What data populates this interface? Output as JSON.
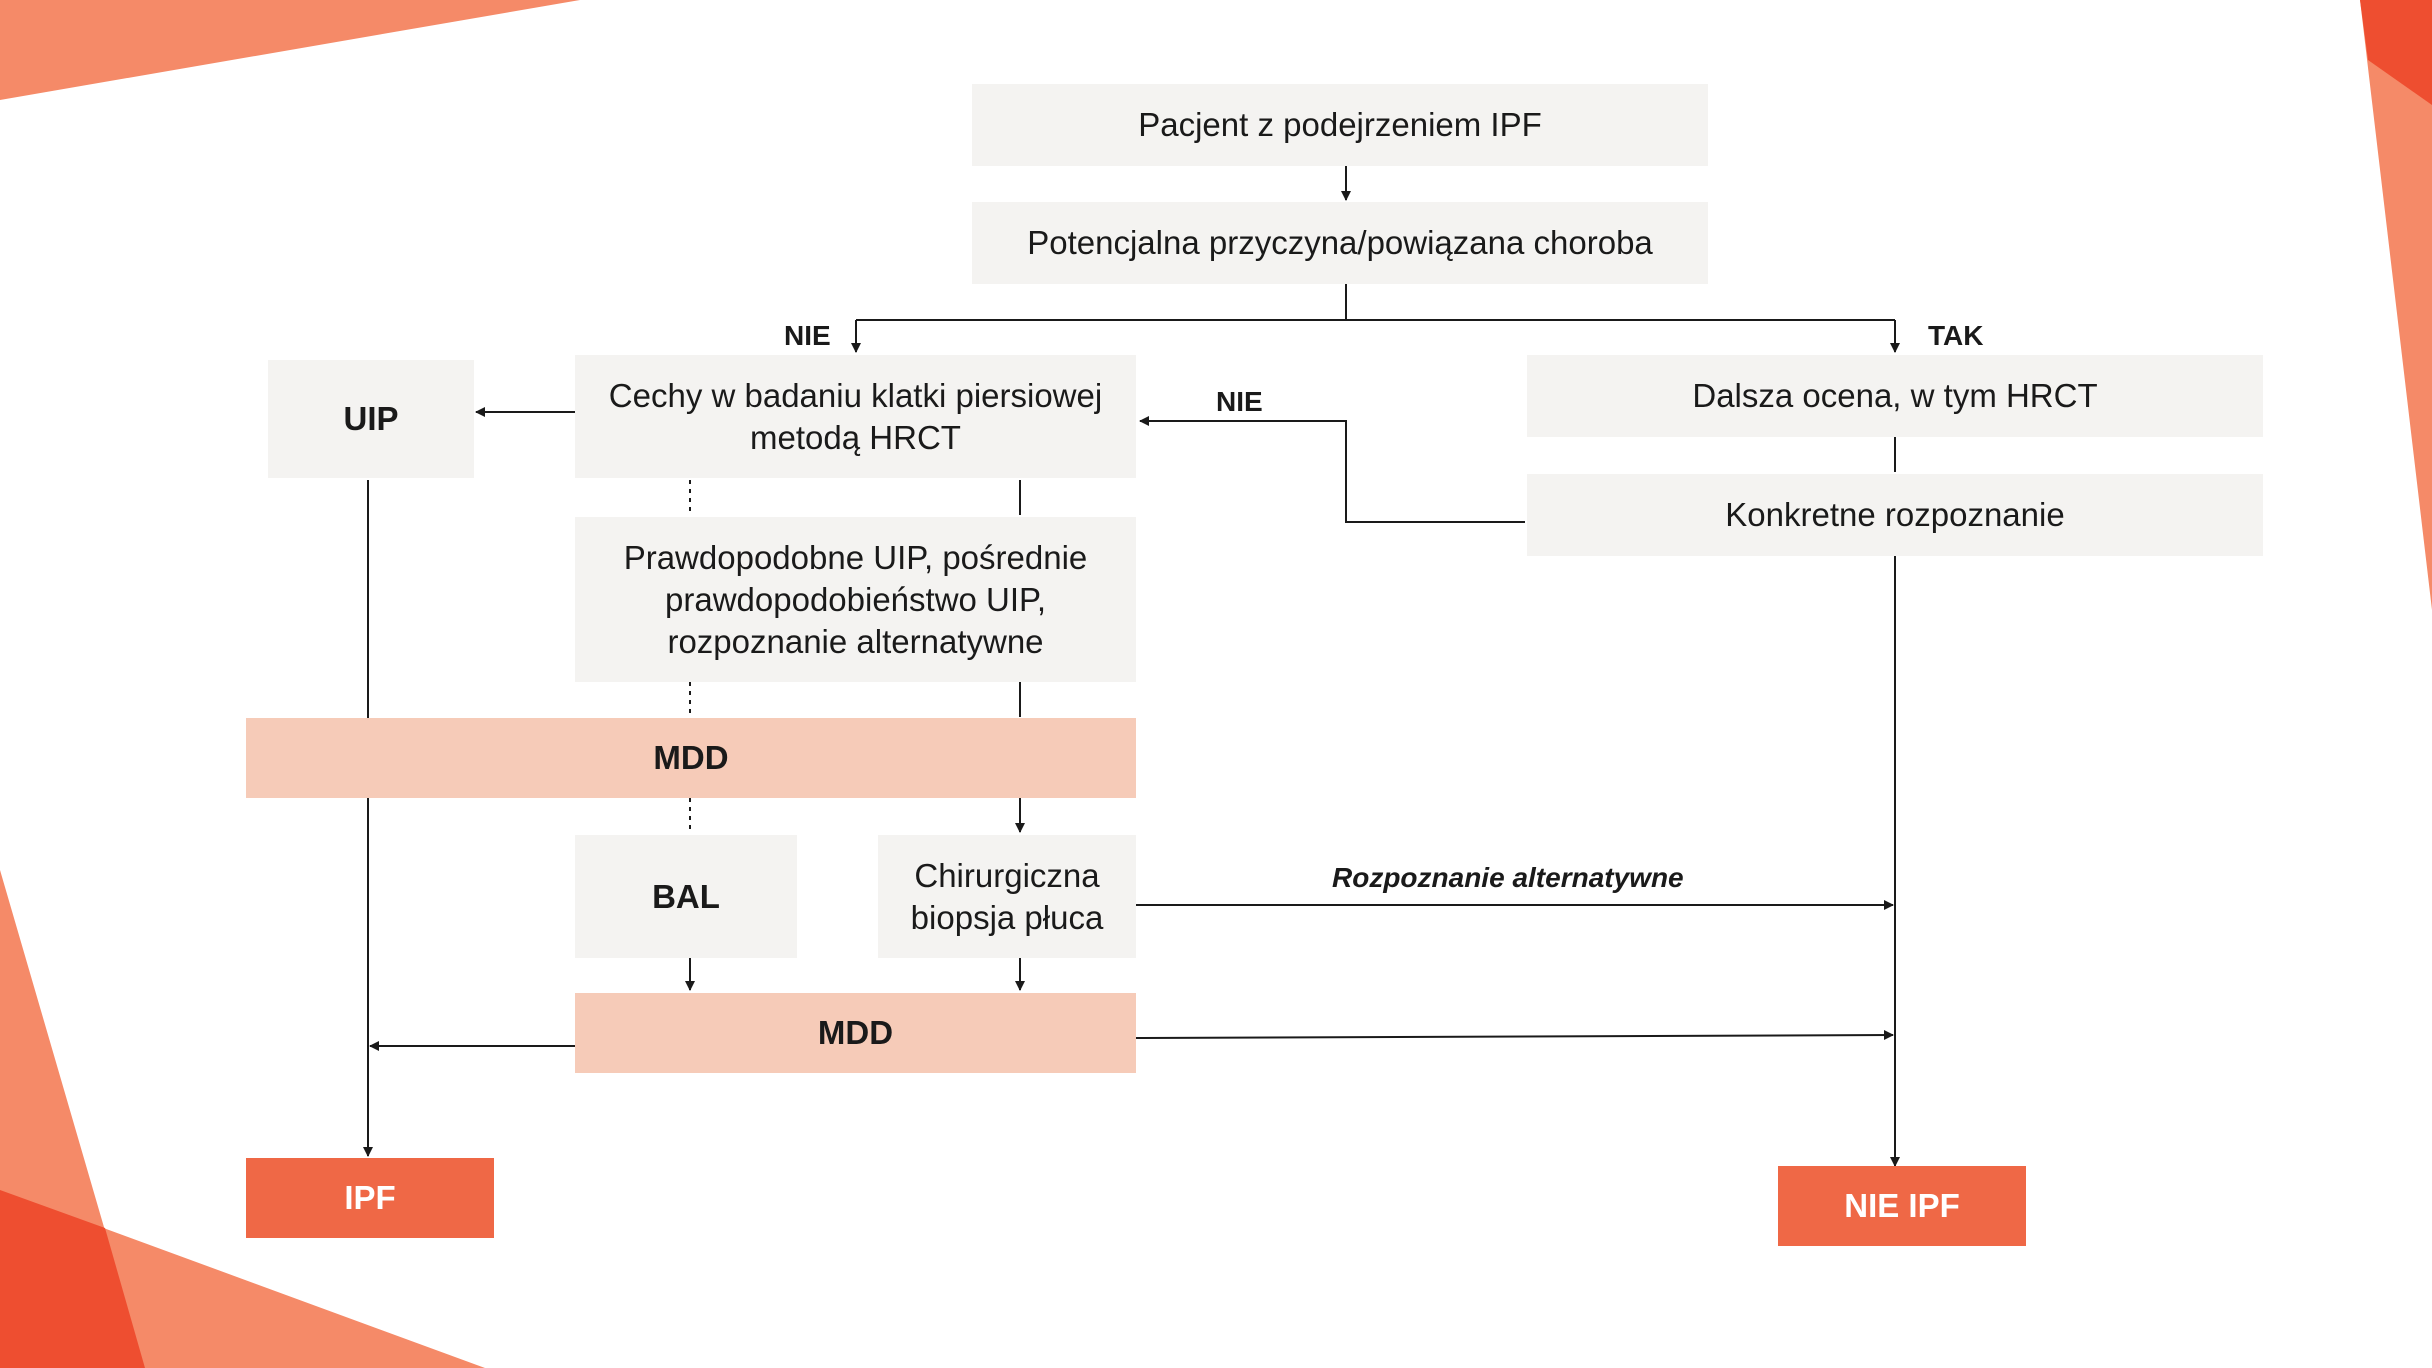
{
  "nodes": {
    "patient": "Pacjent z podejrzeniem IPF",
    "cause": "Potencjalna przyczyna/powiązana choroba",
    "hrct": "Cechy w badaniu klatki piersiowej metodą HRCT",
    "uip": "UIP",
    "probable_uip": "Prawdopodobne UIP, pośrednie prawdopodobieństwo UIP, rozpoznanie alternatywne",
    "mdd_1": "MDD",
    "bal": "BAL",
    "biopsy": "Chirurgiczna biopsja płuca",
    "mdd_2": "MDD",
    "ipf": "IPF",
    "further_eval": "Dalsza ocena, w tym HRCT",
    "specific_dx": "Konkretne rozpoznanie",
    "not_ipf": "NIE IPF"
  },
  "edge_labels": {
    "no_left": "NIE",
    "yes_right": "TAK",
    "no_back": "NIE",
    "alt_dx": "Rozpoznanie alternatywne"
  },
  "colors": {
    "box_gray": "#f4f3f1",
    "box_peach": "#f6cbb8",
    "box_red": "#ef6846",
    "decor_light": "#f58a68",
    "decor_dark": "#ee4e30"
  }
}
